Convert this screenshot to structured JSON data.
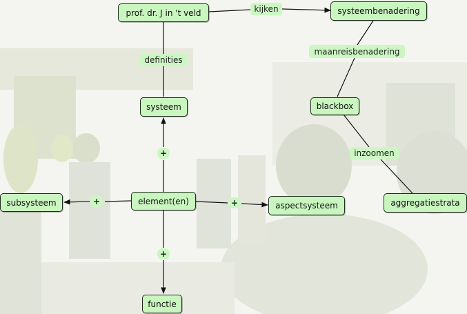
{
  "concepts": {
    "prof": "prof. dr. J in 't veld",
    "systeembenadering": "systeembenadering",
    "systeem": "systeem",
    "blackbox": "blackbox",
    "element": "element(en)",
    "subsysteem": "subsysteem",
    "aspectsysteem": "aspectsysteem",
    "aggregatiestrata": "aggregatiestrata",
    "functie": "functie"
  },
  "links": {
    "kijken": "kijken",
    "definities": "definities",
    "maanreisbenadering": "maanreisbenadering",
    "inzoomen": "inzoomen",
    "plus_up": "+",
    "plus_left": "+",
    "plus_right": "+",
    "plus_down": "+"
  },
  "colors": {
    "node_fill": "#c9f5bf",
    "node_border": "#1e2a1e",
    "link_label_fill": "#ccf7c3",
    "line": "#111111",
    "background": "#f3f4ee"
  }
}
